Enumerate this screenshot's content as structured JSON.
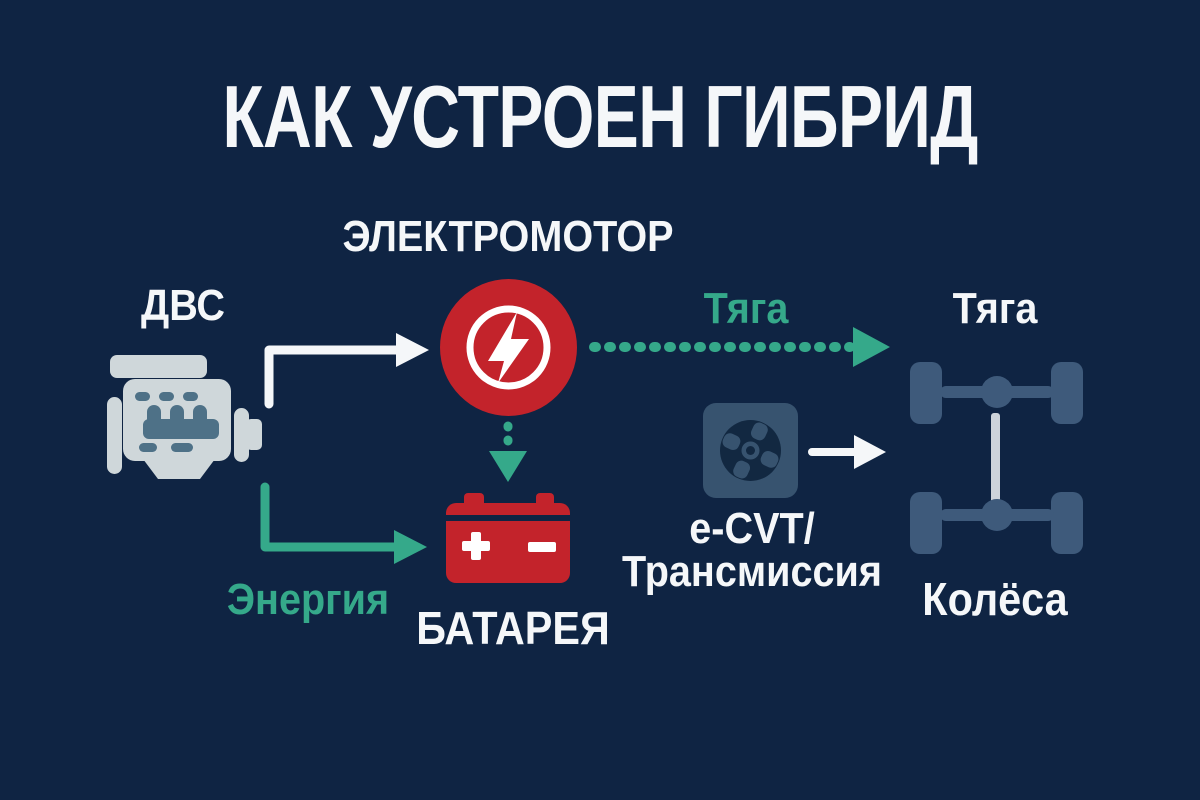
{
  "title": "КАК УСТРОЕН ГИБРИД",
  "colors": {
    "background": "#0F2443",
    "accent_teal": "#35A98A",
    "accent_red": "#C3232B",
    "text_white": "#F5F7F9",
    "slate_blue": "#3E5A7B",
    "icon_light_gray": "#CFD7DA",
    "engine_detail_slate": "#4E7187"
  },
  "nodes": {
    "engine": {
      "label": "ДВС",
      "icon": "engine-icon"
    },
    "motor": {
      "label": "ЭЛЕКТРОМОТОР",
      "icon": "lightning-bolt-icon"
    },
    "battery": {
      "label": "БАТАРЕЯ",
      "icon": "battery-icon",
      "plus_symbol": "+",
      "minus_symbol": "−"
    },
    "transmission": {
      "label_line1": "e-CVT/",
      "label_line2": "Трансмиссия",
      "icon": "turbine-icon"
    },
    "wheels": {
      "label_top": "Тяга",
      "label_bottom": "Колёса",
      "icon": "wheels-axle-icon"
    }
  },
  "edges": {
    "engine_to_motor": {
      "style": "solid-white-elbow"
    },
    "motor_to_wheels": {
      "label": "Тяга",
      "style": "dashed-teal"
    },
    "motor_to_battery": {
      "style": "dashed-teal"
    },
    "engine_to_battery": {
      "label": "Энергия",
      "style": "solid-teal-elbow"
    },
    "transmission_to_wheels": {
      "style": "solid-white"
    }
  }
}
